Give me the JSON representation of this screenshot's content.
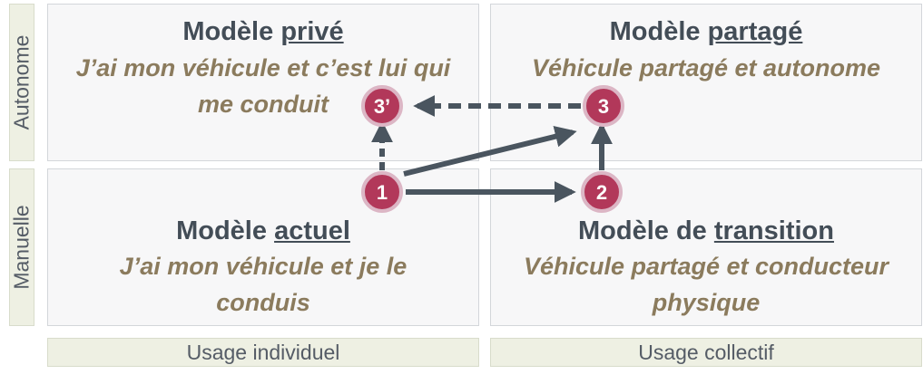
{
  "axes": {
    "y_top": "Autonome",
    "y_bottom": "Manuelle",
    "x_left": "Usage individuel",
    "x_right": "Usage collectif"
  },
  "quadrants": {
    "top_left": {
      "title_prefix": "Modèle ",
      "title_keyword": "privé",
      "subtitle_line1": "J’ai mon véhicule et c’est lui qui",
      "subtitle_line2": "me conduit"
    },
    "top_right": {
      "title_prefix": "Modèle ",
      "title_keyword": "partagé",
      "subtitle_line1": "Véhicule partagé et autonome"
    },
    "bottom_left": {
      "title_prefix": "Modèle ",
      "title_keyword": "actuel",
      "subtitle_line1": "J’ai mon véhicule et je le",
      "subtitle_line2": "conduis"
    },
    "bottom_right": {
      "title_prefix": "Modèle de ",
      "title_keyword": "transition",
      "subtitle_line1": "Véhicule partagé et conducteur",
      "subtitle_line2": "physique"
    }
  },
  "nodes": {
    "n1": "1",
    "n2": "2",
    "n3": "3",
    "n3p": "3’"
  },
  "colors": {
    "node_fill": "#b2385a",
    "arrow": "#4a555f",
    "title": "#434d57",
    "subtitle": "#8b7b5d"
  }
}
